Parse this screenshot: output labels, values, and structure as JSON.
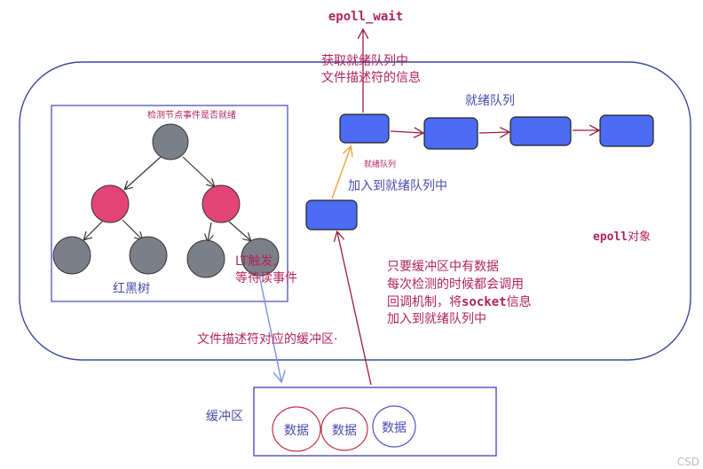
{
  "texts": {
    "epoll_wait": "epoll_wait",
    "get_ready_line1": "获取就绪队列中",
    "get_ready_line2": "文件描述符的信息",
    "ready_queue": "就绪队列",
    "ready_queue_small": "就绪队列",
    "add_to_ready": "加入到就绪队列中",
    "epoll_object_a": "epoll",
    "epoll_object_b": "对象",
    "tree_check": "检测节点事件是否就绪",
    "rb_tree": "红黑树",
    "lt_line1": "LT触发,",
    "lt_line2": "等待读事件",
    "fd_buffer": "文件描述符对应的缓冲区·",
    "callback_line1": "只要缓冲区中有数据",
    "callback_line2": "每次检测的时候都会调用",
    "callback_line3a": "回调机制，将",
    "callback_line3b": "socket",
    "callback_line3c": "信息",
    "callback_line4": "加入到就绪队列中",
    "buffer_label": "缓冲区",
    "data1": "数据",
    "data2": "数据",
    "data3": "数据",
    "watermark": "CSD"
  },
  "colors": {
    "node_gray": "#7b8088",
    "node_red": "#e24575",
    "queue_blue": "#4c6cf5",
    "border_blue": "#5050c0",
    "outline_blue": "#3a4a9a",
    "text_red": "#b0245c",
    "text_blue": "#4a4ab0",
    "arrow_dark": "#333333",
    "arrow_crimson": "#9b1b3b",
    "arrow_orange": "#f0a030",
    "arrow_lightblue": "#7a92e0"
  }
}
